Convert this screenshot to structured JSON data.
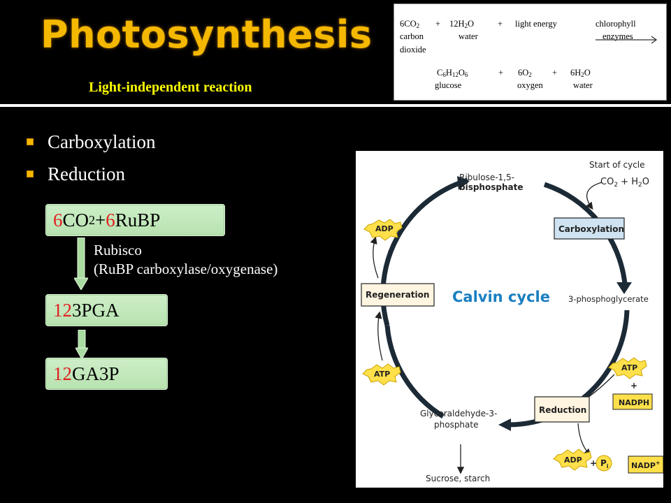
{
  "slide": {
    "title": "Photosynthesis",
    "subtitle": "Light-independent reaction",
    "bullets": [
      "Carboxylation",
      "Reduction"
    ]
  },
  "equation": {
    "line1": {
      "co2": "6CO",
      "co2_sub": "2",
      "plus1": "+",
      "water": "12H",
      "water_sub": "2",
      "water_tail": "O",
      "plus2": "+",
      "light": "light energy",
      "catalyst_top": "chlorophyll",
      "catalyst_bottom": "enzymes"
    },
    "labels1": {
      "carbon": "carbon",
      "dioxide": "dioxide",
      "water": "water"
    },
    "line2": {
      "glucose_c": "C",
      "glucose_c_sub": "6",
      "glucose_h": "H",
      "glucose_h_sub": "12",
      "glucose_o": "O",
      "glucose_o_sub": "6",
      "plus1": "+",
      "oxygen": "6O",
      "oxygen_sub": "2",
      "plus2": "+",
      "water": "6H",
      "water_sub": "2",
      "water_tail": "O"
    },
    "labels2": {
      "glucose": "glucose",
      "oxygen": "oxygen",
      "water": "water"
    }
  },
  "flow": {
    "step1": {
      "n1": "6",
      "co": " CO",
      "sub": "2",
      "plus": " + ",
      "n2": "6",
      "rubp": " RuBP"
    },
    "enzyme_line1": "Rubisco",
    "enzyme_line2": "(RuBP carboxylase/oxygenase)",
    "step2": {
      "n": "12",
      "name": " 3PGA"
    },
    "step3": {
      "n": "12",
      "name": " GA3P"
    }
  },
  "calvin": {
    "center": "Calvin cycle",
    "ribulose_1": "Ribulose-1,5-",
    "ribulose_2": "bisphosphate",
    "start": "Start of cycle",
    "co2_a": "CO",
    "co2_sub": "2",
    "co2_b": " + H",
    "h2o_sub": "2",
    "co2_c": "O",
    "carboxylation": "Carboxylation",
    "pga": "3-phosphoglycerate",
    "regeneration": "Regeneration",
    "adp_left": "ADP",
    "atp_left": "ATP",
    "atp_right": "ATP",
    "plus_right": "+",
    "nadph": "NADPH",
    "reduction": "Reduction",
    "g3p_1": "Glyceraldehyde-3-",
    "g3p_2": "phosphate",
    "adp_bottom": "ADP",
    "plus_bottom": "+",
    "pi": "P",
    "pi_sub": "i",
    "nadp": "NADP",
    "nadp_sup": "+",
    "sucrose": "Sucrose, starch"
  },
  "colors": {
    "title": "#f5b800",
    "subtitle": "#ffff00",
    "bullet": "#f5b800",
    "flow_box": "#c4e9bd",
    "flow_number": "#e02020",
    "cycle_arrow": "#1c2a36",
    "calvin_text": "#1a7fc1",
    "starburst": "#ffe04a",
    "label_box_carboxylation": "#cfe3f2",
    "label_box_regeneration": "#fff5e0"
  }
}
